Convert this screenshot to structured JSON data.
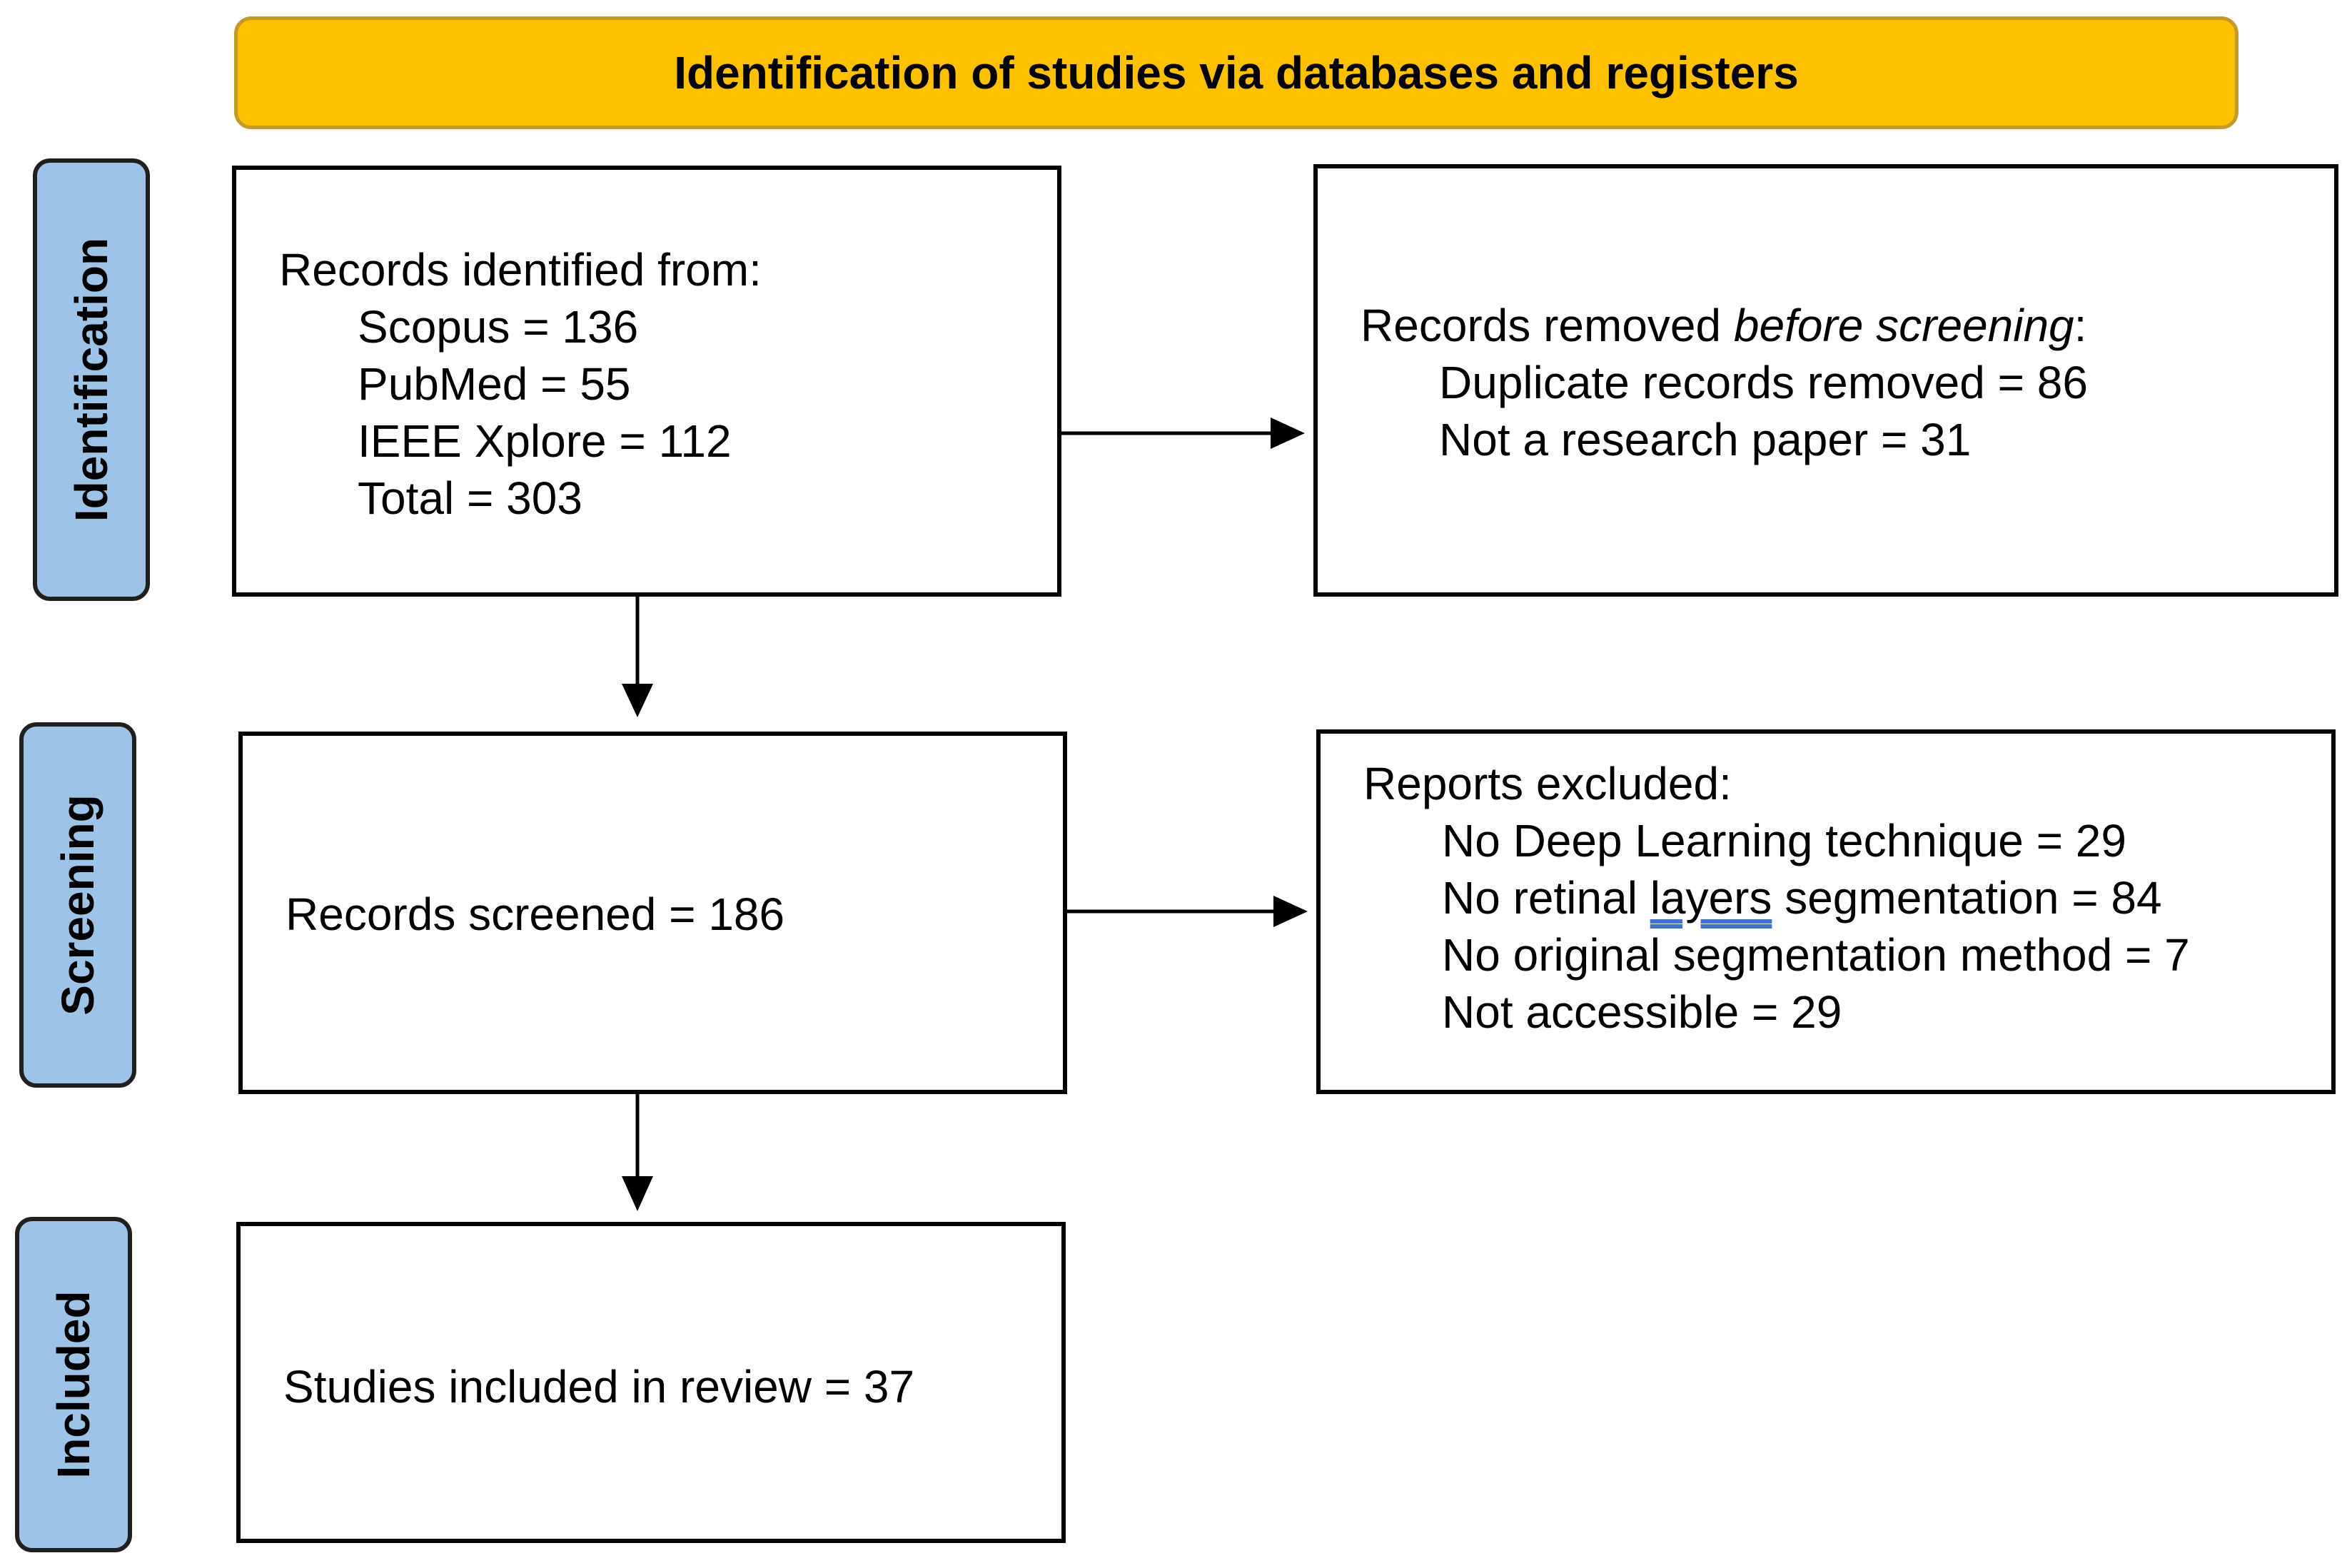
{
  "header": {
    "title": "Identification of studies via databases and registers"
  },
  "stages": {
    "identification": "Identification",
    "screening": "Screening",
    "included": "Included"
  },
  "identified_box": {
    "heading": "Records identified from:",
    "items": [
      "Scopus = 136",
      "PubMed = 55",
      "IEEE Xplore = 112",
      "Total = 303"
    ]
  },
  "removed_box": {
    "heading_prefix": "Records removed ",
    "heading_emphasis": "before screening",
    "heading_suffix": ":",
    "items": [
      "Duplicate records removed = 86",
      "Not a research paper = 31"
    ]
  },
  "screened_box": {
    "text": "Records screened = 186"
  },
  "excluded_box": {
    "heading": "Reports excluded:",
    "items": [
      "No Deep Learning technique = 29",
      "No original segmentation method = 7",
      "Not accessible = 29"
    ],
    "item_retinal_before": "No retinal ",
    "item_retinal_marked": "layers",
    "item_retinal_after": " segmentation = 84"
  },
  "included_box": {
    "text": "Studies included in review = 37"
  },
  "colors": {
    "banner_fill": "#FFC000",
    "banner_border": "#C69A2A",
    "stage_fill": "#9DC3E6",
    "box_border": "#000000",
    "spellcheck_underline": "#4472C4"
  }
}
